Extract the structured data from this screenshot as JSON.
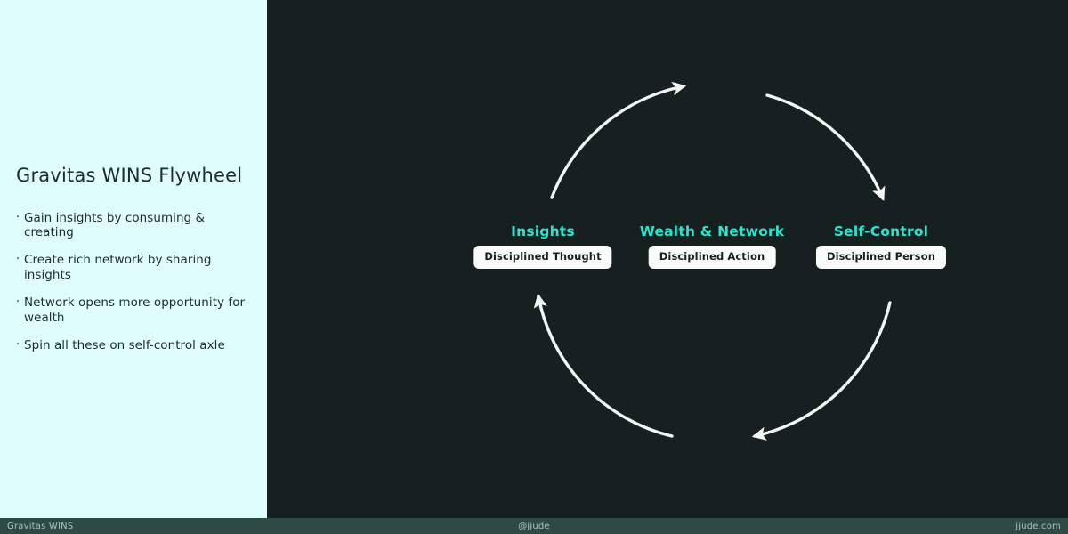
{
  "sidebar": {
    "title": "Gravitas WINS Flywheel",
    "bullet_marker": "·",
    "bullets": [
      "Gain insights by consuming & creating",
      "Create rich network by sharing insights",
      "Network opens more opportunity for wealth",
      "Spin all these on self-control axle"
    ]
  },
  "diagram": {
    "type": "flywheel",
    "direction": "clockwise",
    "nodes": [
      {
        "title": "Insights",
        "pill": "Disciplined Thought"
      },
      {
        "title": "Wealth & Network",
        "pill": "Disciplined Action"
      },
      {
        "title": "Self-Control",
        "pill": "Disciplined Person"
      }
    ],
    "arcs": [
      {
        "name": "arc-top-left",
        "arrow": "up-right"
      },
      {
        "name": "arc-top-right",
        "arrow": "down"
      },
      {
        "name": "arc-bottom-right",
        "arrow": "left"
      },
      {
        "name": "arc-bottom-left",
        "arrow": "up"
      }
    ]
  },
  "footer": {
    "left": "Gravitas WINS",
    "center": "@jjude",
    "right": "jjude.com"
  },
  "colors": {
    "background": "#16211f",
    "sidebar": "#dffdfd",
    "accent": "#2ae3d0",
    "pill": "#f8fbf9",
    "footer_bar": "#2d4b43",
    "arc": "#f2f7f5"
  }
}
